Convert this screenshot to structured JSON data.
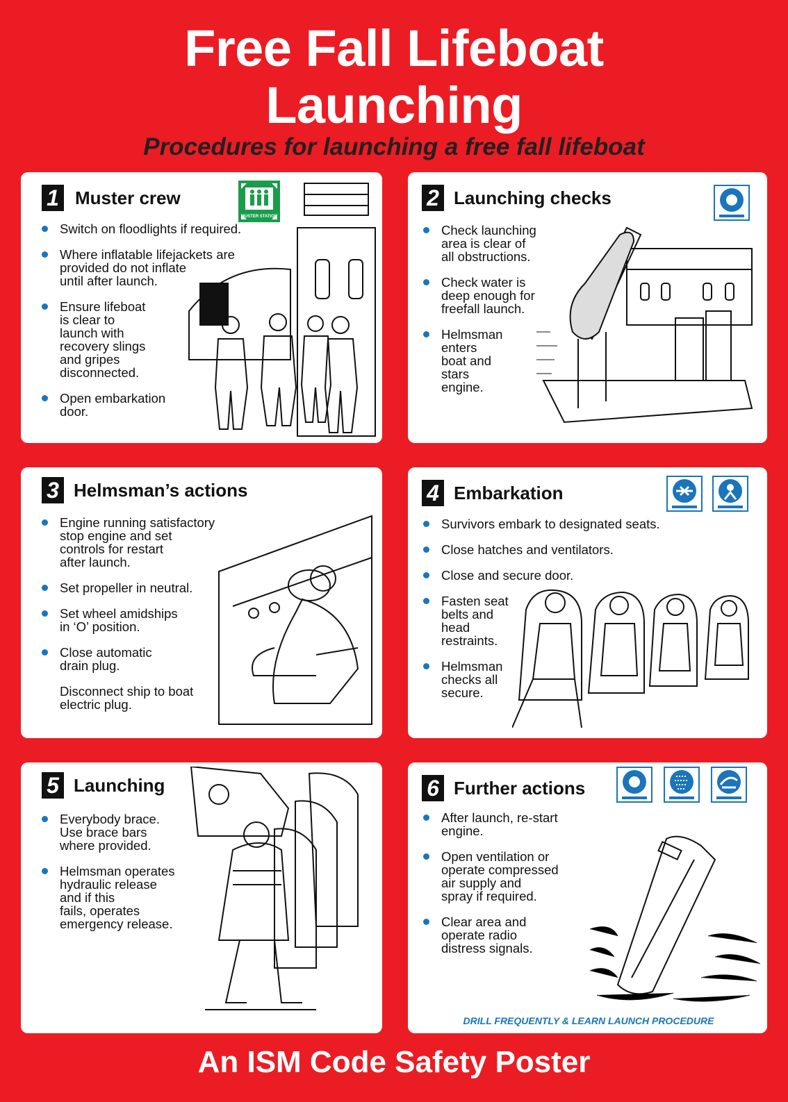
{
  "poster": {
    "title_line1": "Free Fall Lifeboat",
    "title_line2": "Launching",
    "subtitle": "Procedures for launching a free fall lifeboat",
    "footer": "An ISM Code Safety Poster",
    "background_color": "#ec1c24",
    "bullet_color": "#1a75bb"
  },
  "panels": [
    {
      "number": "1",
      "title": "Muster crew",
      "sign_icons": [
        "muster-station-sign-icon"
      ],
      "sign_label": "MUSTER STATION",
      "items": [
        "Switch on floodlights if required.",
        "Where inflatable lifejackets are\nprovided do not inflate\nuntil after launch.",
        "Ensure lifeboat\nis clear to\nlaunch with\nrecovery slings\nand gripes\ndisconnected.",
        "Open embarkation\ndoor."
      ]
    },
    {
      "number": "2",
      "title": "Launching checks",
      "sign_icons": [
        "start-engine-sign-icon"
      ],
      "items": [
        "Check launching\narea is clear of\nall obstructions.",
        "Check water is\ndeep enough for\nfreefall launch.",
        "Helmsman\nenters\nboat and\nstars\nengine."
      ]
    },
    {
      "number": "3",
      "title": "Helmsman’s actions",
      "items": [
        "Engine running satisfactory\nstop engine and set\ncontrols for restart\nafter launch.",
        "Set propeller in neutral.",
        "Set wheel amidships\nin ‘O’ position.",
        "Close automatic\ndrain plug."
      ],
      "note": "Disconnect ship to boat\nelectric plug."
    },
    {
      "number": "4",
      "title": "Embarkation",
      "sign_icons": [
        "secure-hatches-sign-icon",
        "fasten-seatbelt-sign-icon"
      ],
      "items": [
        "Survivors embark to designated seats.",
        "Close hatches and ventilators.",
        "Close and secure door.",
        "Fasten seat\nbelts and\nhead\nrestraints.",
        "Helmsman\nchecks all\nsecure."
      ]
    },
    {
      "number": "5",
      "title": "Launching",
      "items": [
        "Everybody brace.\nUse brace bars\nwhere provided.",
        "Helmsman operates\nhydraulic release\nand if this\nfails, operates\nemergency release."
      ]
    },
    {
      "number": "6",
      "title": "Further actions",
      "sign_icons": [
        "start-engine-sign-icon",
        "water-spray-sign-icon",
        "air-supply-sign-icon"
      ],
      "items": [
        "After launch, re-start\nengine.",
        "Open ventilation or\noperate compressed\nair supply and\nspray if required.",
        "Clear area and\noperate radio\ndistress signals."
      ],
      "drill": "DRILL FREQUENTLY & LEARN LAUNCH PROCEDURE"
    }
  ]
}
